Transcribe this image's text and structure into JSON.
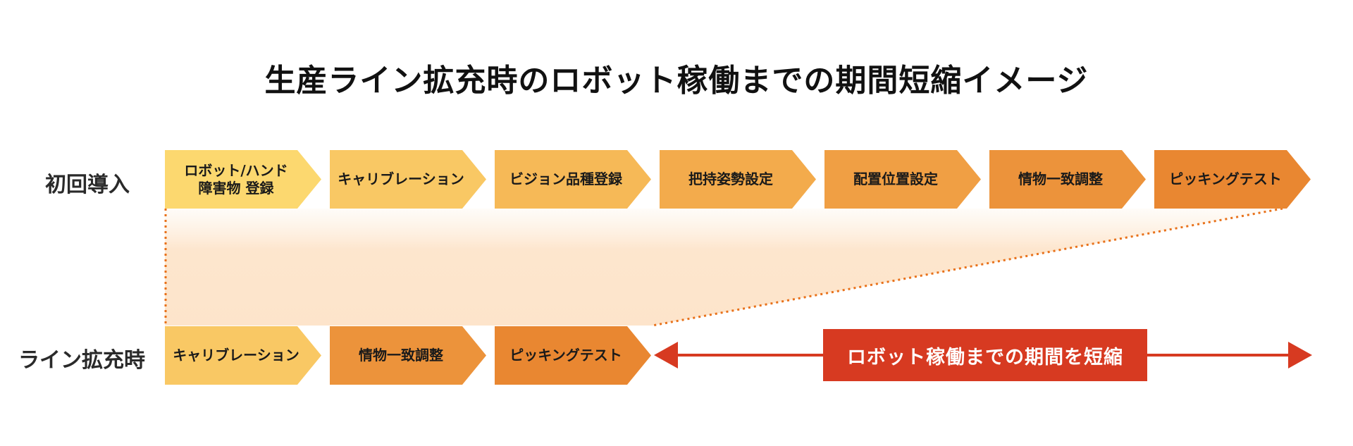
{
  "title": "生産ライン拡充時のロボット稼働までの期間短縮イメージ",
  "rows": {
    "initial": {
      "label": "初回導入",
      "steps": [
        {
          "text": "ロボット/ハンド\n障害物 登録",
          "color": "#fcd86f"
        },
        {
          "text": "キャリブレーション",
          "color": "#f9c864"
        },
        {
          "text": "ビジョン品種登録",
          "color": "#f6b957"
        },
        {
          "text": "把持姿勢設定",
          "color": "#f3ab4c"
        },
        {
          "text": "配置位置設定",
          "color": "#f09f44"
        },
        {
          "text": "情物一致調整",
          "color": "#ec933b"
        },
        {
          "text": "ピッキングテスト",
          "color": "#e98731"
        }
      ]
    },
    "expansion": {
      "label": "ライン拡充時",
      "steps": [
        {
          "text": "キャリブレーション",
          "color": "#f9c864"
        },
        {
          "text": "情物一致調整",
          "color": "#ec933b"
        },
        {
          "text": "ピッキングテスト",
          "color": "#e98731"
        }
      ]
    }
  },
  "reduction": {
    "label": "ロボット稼働までの期間を短縮",
    "color": "#d73a21"
  },
  "connector_color": "#e8711a"
}
